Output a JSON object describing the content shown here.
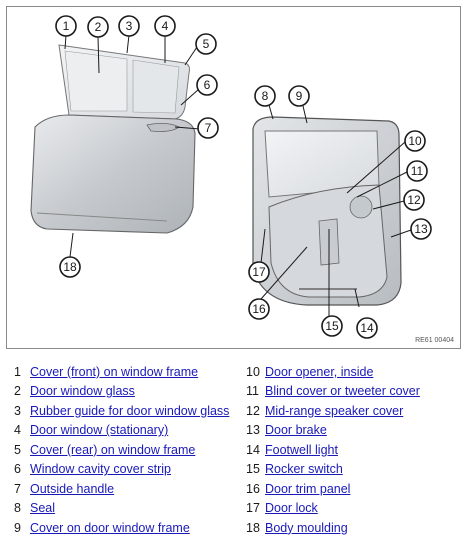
{
  "figure": {
    "code": "RE61 00404",
    "callouts": [
      "1",
      "2",
      "3",
      "4",
      "5",
      "6",
      "7",
      "8",
      "9",
      "10",
      "11",
      "12",
      "13",
      "14",
      "15",
      "16",
      "17",
      "18"
    ]
  },
  "legend": [
    {
      "num": "1",
      "label": "Cover (front) on window frame"
    },
    {
      "num": "2",
      "label": "Door window glass"
    },
    {
      "num": "3",
      "label": "Rubber guide for door window glass"
    },
    {
      "num": "4",
      "label": "Door window (stationary)"
    },
    {
      "num": "5",
      "label": "Cover (rear) on window frame"
    },
    {
      "num": "6",
      "label": "Window cavity cover strip"
    },
    {
      "num": "7",
      "label": "Outside handle"
    },
    {
      "num": "8",
      "label": "Seal"
    },
    {
      "num": "9",
      "label": "Cover on door window frame"
    },
    {
      "num": "10",
      "label": "Door opener, inside"
    },
    {
      "num": "11",
      "label": "Blind cover or tweeter cover"
    },
    {
      "num": "12",
      "label": "Mid-range speaker cover"
    },
    {
      "num": "13",
      "label": "Door brake"
    },
    {
      "num": "14",
      "label": "Footwell light"
    },
    {
      "num": "15",
      "label": "Rocker switch"
    },
    {
      "num": "16",
      "label": "Door trim panel"
    },
    {
      "num": "17",
      "label": "Door lock"
    },
    {
      "num": "18",
      "label": "Body moulding"
    }
  ],
  "colors": {
    "link": "#1a1ab8",
    "frame": "#8a8a8a",
    "panel": "#cfd2d6"
  }
}
